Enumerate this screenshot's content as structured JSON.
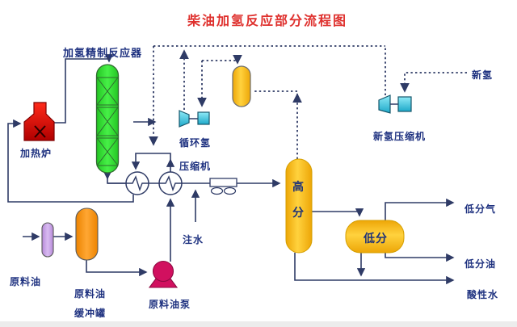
{
  "title": "柴油加氢反应部分流程图",
  "labels": {
    "reactor": "加氢精制反应器",
    "furnace": "加热炉",
    "recycle_h2": "循环氢",
    "compressor": "压缩机",
    "water_injection": "注水",
    "feed_oil": "原料油",
    "buffer_tank_l1": "原料油",
    "buffer_tank_l2": "缓冲罐",
    "feed_pump": "原料油泵",
    "new_h2_compressor": "新氢压缩机",
    "new_hydrogen": "新氢",
    "lp_gas": "低分气",
    "lp_oil": "低分油",
    "sour_water": "酸性水",
    "hp_sep_char1": "高",
    "hp_sep_char2": "分",
    "lp_sep": "低分"
  },
  "colors": {
    "title": "#df302d",
    "label_text": "#1f3280",
    "pipe_line": "#2f3b66",
    "reactor_green": "#32dd32",
    "furnace_red": "#dd0a0a",
    "separator_gold": "#ffc412",
    "buffer_tank_orange": "#ff9015",
    "filter_purple": "#c9a0e8",
    "compressor_cyan": "#3bc8df",
    "pump_crimson": "#d1105f"
  }
}
